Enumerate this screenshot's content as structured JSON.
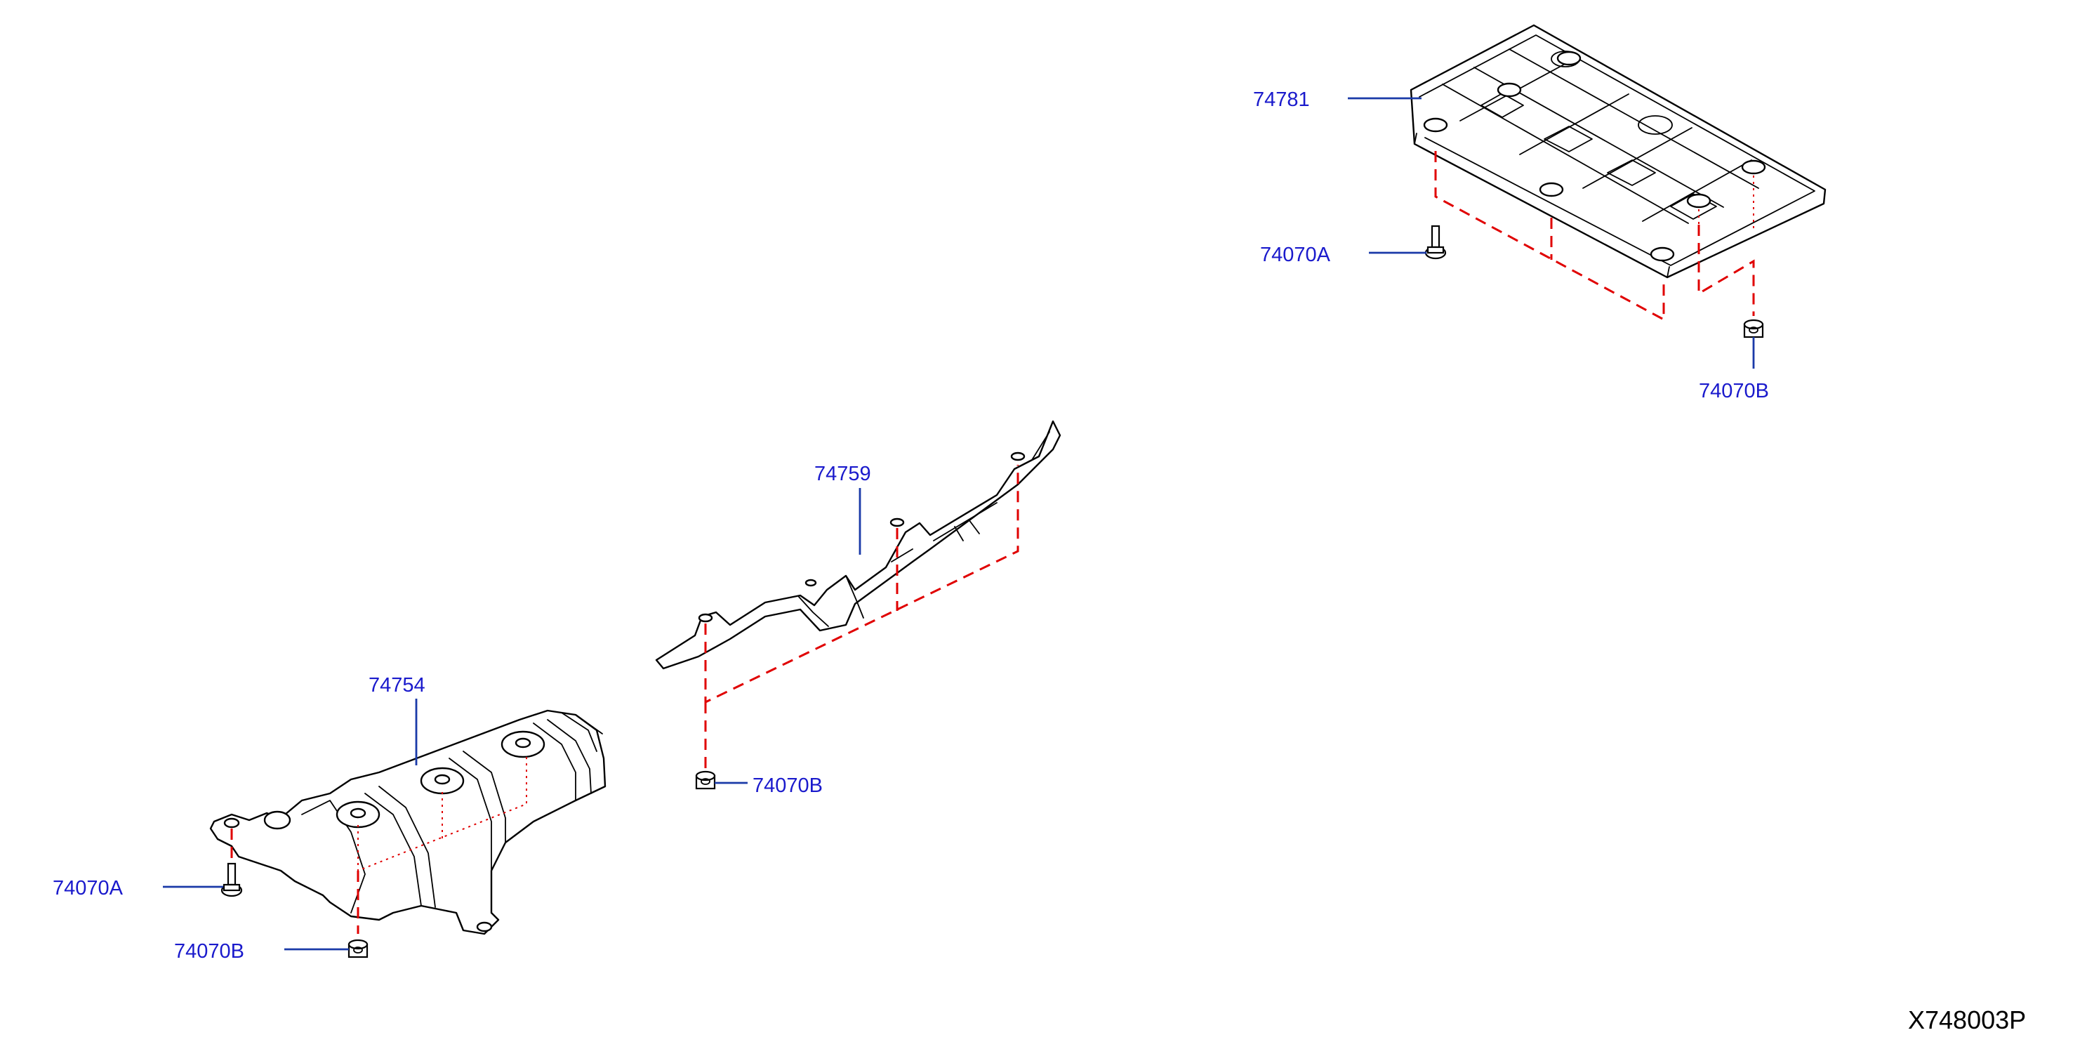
{
  "diagram": {
    "code": "X748003P",
    "labels": {
      "p74781": "74781",
      "p74070a_top": "74070A",
      "p74070b_top": "74070B",
      "p74759": "74759",
      "p74070b_mid": "74070B",
      "p74754": "74754",
      "p74070a_left": "74070A",
      "p74070b_left": "74070B"
    }
  }
}
